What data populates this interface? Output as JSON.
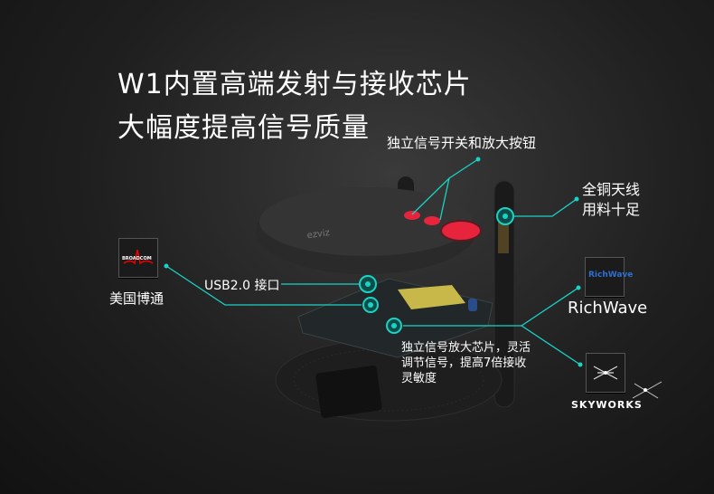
{
  "headline": {
    "line1": "W1内置高端发射与接收芯片",
    "line2": "大幅度提高信号质量"
  },
  "callouts": {
    "buttons": "独立信号开关和放大按钮",
    "antenna_line1": "全铜天线",
    "antenna_line2": "用料十足",
    "usb": "USB2.0 接口",
    "chip_line1": "独立信号放大芯片，灵活",
    "chip_line2": "调节信号，提高7倍接收",
    "chip_line3": "灵敏度"
  },
  "brands": {
    "broadcom_logo": "BROADCOM",
    "broadcom_label": "美国博通",
    "richwave_logo": "RichWave",
    "richwave_label": "RichWave",
    "skyworks_label": "SKYWORKS"
  },
  "colors": {
    "accent": "#19d3c5",
    "button_red": "#e8243c"
  }
}
